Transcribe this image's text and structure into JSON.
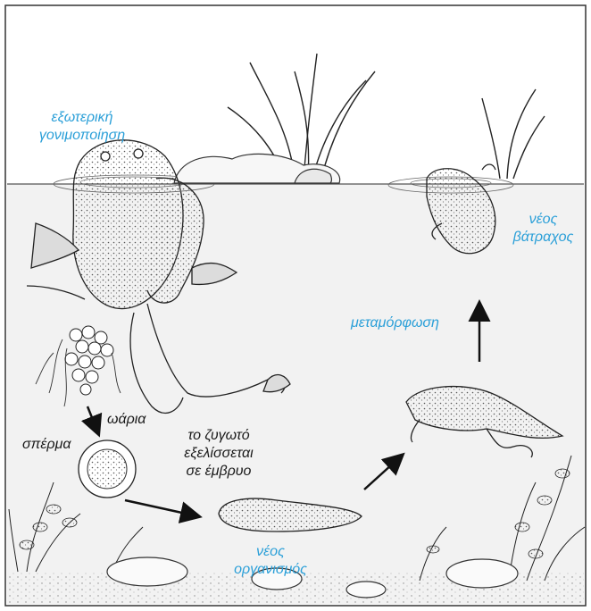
{
  "labels": {
    "external_fertilization": [
      "εξωτερική",
      "γονιμοποίηση"
    ],
    "new_frog": [
      "νέος",
      "βάτραχος"
    ],
    "metamorphosis": "μεταμόρφωση",
    "eggs": "ωάρια",
    "sperm": "σπέρμα",
    "zygote": [
      "το ζυγωτό",
      "εξελίσσεται",
      "σε έμβρυο"
    ],
    "new_organism": [
      "νέος",
      "οργανισμός"
    ]
  },
  "colors": {
    "label_blue": "#2a9fd8",
    "label_dark": "#1a1a1a",
    "ink": "#222222",
    "water_shade": "#eeeeee"
  }
}
